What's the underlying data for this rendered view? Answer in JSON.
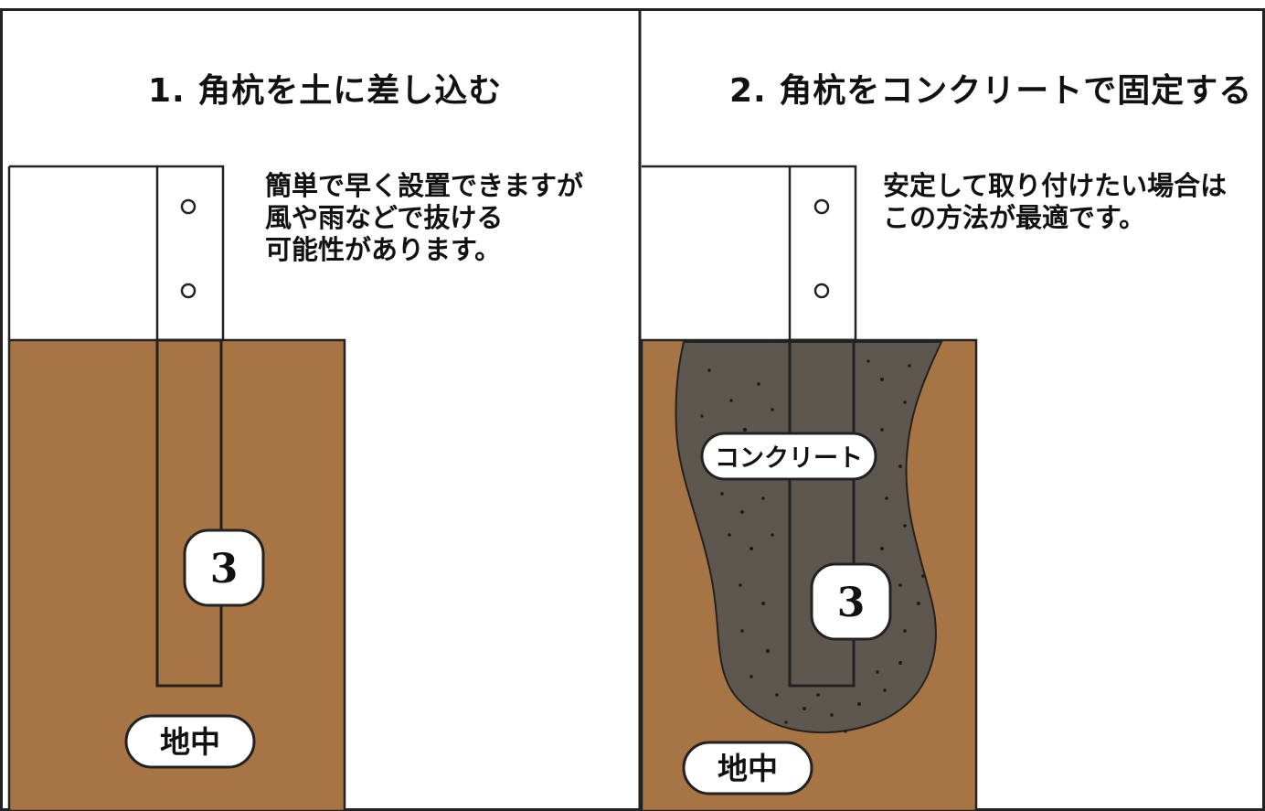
{
  "panels": [
    {
      "title": "1. 角杭を土に差し込む",
      "description": [
        "簡単で早く設置できますが",
        "風や雨などで抜ける",
        "可能性があります。"
      ],
      "post_label": "3",
      "ground_label": "地中"
    },
    {
      "title": "2. 角杭をコンクリートで固定する",
      "description": [
        "安定して取り付けたい場合は",
        "この方法が最適です。"
      ],
      "concrete_label": "コンクリート",
      "post_label": "3",
      "ground_label": "地中"
    }
  ],
  "colors": {
    "soil": "#A77443",
    "concrete": "#5E574F",
    "concrete_dots": "#1E1A16",
    "post": "#FFFFFF",
    "outline": "#222222"
  }
}
